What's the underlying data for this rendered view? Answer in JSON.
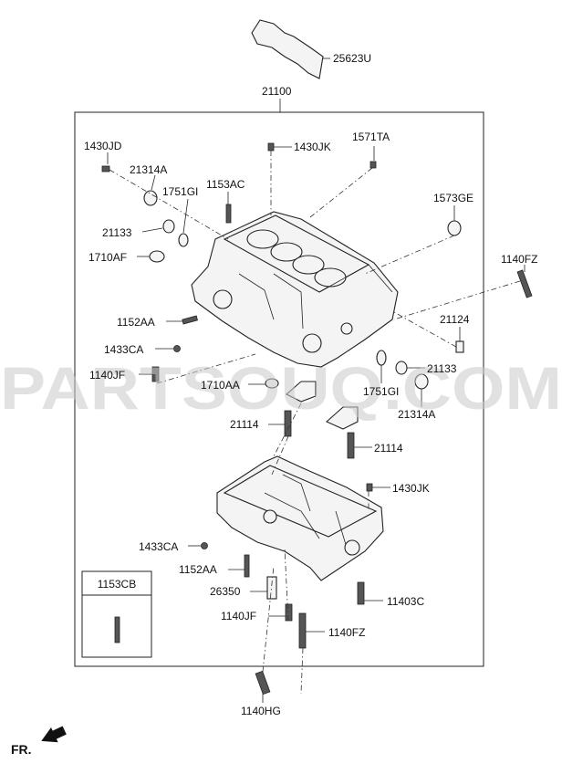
{
  "watermark": "PARTSOUQ.COM",
  "orientation": "FR.",
  "inset": {
    "code": "1153CB"
  },
  "callouts": [
    {
      "id": "25623U",
      "text": "25623U"
    },
    {
      "id": "21100",
      "text": "21100"
    },
    {
      "id": "1430JD",
      "text": "1430JD"
    },
    {
      "id": "1430JK-top",
      "text": "1430JK"
    },
    {
      "id": "1571TA",
      "text": "1571TA"
    },
    {
      "id": "21314A-left",
      "text": "21314A"
    },
    {
      "id": "1751GI-left",
      "text": "1751GI"
    },
    {
      "id": "1153AC",
      "text": "1153AC"
    },
    {
      "id": "1573GE",
      "text": "1573GE"
    },
    {
      "id": "21133-left",
      "text": "21133"
    },
    {
      "id": "1710AF",
      "text": "1710AF"
    },
    {
      "id": "1140FZ-right",
      "text": "1140FZ"
    },
    {
      "id": "1152AA-top",
      "text": "1152AA"
    },
    {
      "id": "21124",
      "text": "21124"
    },
    {
      "id": "1433CA-top",
      "text": "1433CA"
    },
    {
      "id": "21133-right",
      "text": "21133"
    },
    {
      "id": "1140JF-top",
      "text": "1140JF"
    },
    {
      "id": "1710AA",
      "text": "1710AA"
    },
    {
      "id": "1751GI-right",
      "text": "1751GI"
    },
    {
      "id": "21314A-right",
      "text": "21314A"
    },
    {
      "id": "21114-left",
      "text": "21114"
    },
    {
      "id": "21114-right",
      "text": "21114"
    },
    {
      "id": "1430JK-bottom",
      "text": "1430JK"
    },
    {
      "id": "1433CA-bottom",
      "text": "1433CA"
    },
    {
      "id": "1152AA-bottom",
      "text": "1152AA"
    },
    {
      "id": "26350",
      "text": "26350"
    },
    {
      "id": "11403C",
      "text": "11403C"
    },
    {
      "id": "1140JF-bottom",
      "text": "1140JF"
    },
    {
      "id": "1140FZ-bottom",
      "text": "1140FZ"
    },
    {
      "id": "1140HG",
      "text": "1140HG"
    }
  ]
}
